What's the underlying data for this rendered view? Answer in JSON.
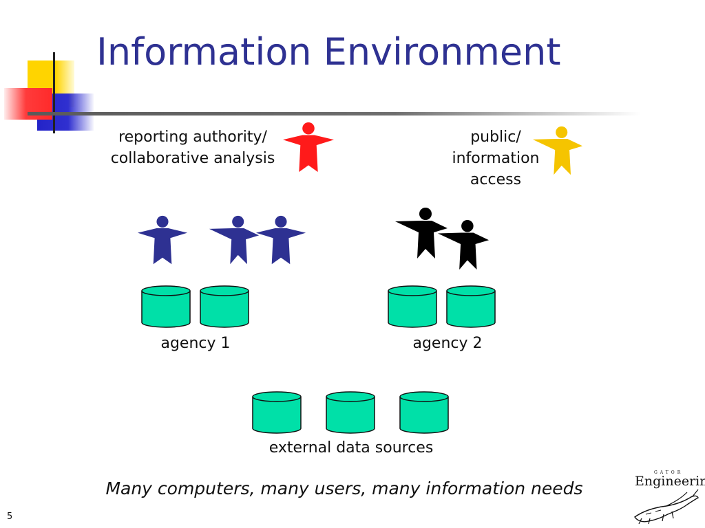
{
  "title": "Information Environment",
  "labels": {
    "reporting": "reporting authority/\ncollaborative analysis",
    "public": "public/\ninformation\naccess",
    "agency1": "agency 1",
    "agency2": "agency 2",
    "external": "external data sources"
  },
  "tagline": "Many computers, many users, many information needs",
  "page_number": "5",
  "logo": {
    "main": "Engineering",
    "small": "GATOR"
  },
  "colors": {
    "title": "#2e3192",
    "database": "#00e0a8",
    "agency1_users": "#2e3192",
    "agency2_users": "#000000",
    "reporting_user": "#ff1a1a",
    "public_user": "#f5c400"
  }
}
